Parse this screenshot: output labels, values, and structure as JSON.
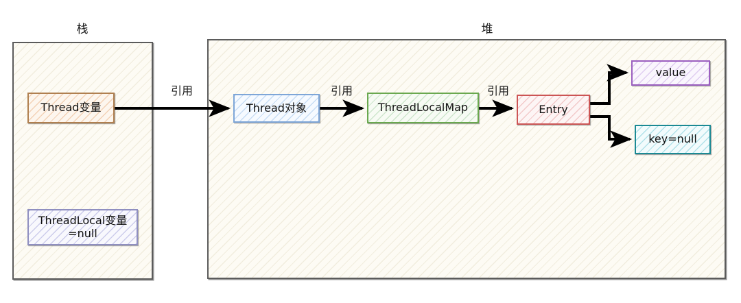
{
  "diagram": {
    "title_stack": "栈",
    "title_heap": "堆",
    "nodes": {
      "thread_var": "Thread变量",
      "threadlocal_var": "ThreadLocal变量\n=null",
      "thread_object": "Thread对象",
      "threadlocalmap": "ThreadLocalMap",
      "entry": "Entry",
      "value": "value",
      "key_null": "key=null"
    },
    "edge_labels": {
      "ref_1": "引用",
      "ref_2": "引用",
      "ref_3": "引用"
    },
    "colors": {
      "container_border": "#5b5b5b",
      "container_fill": "#fdfbf4",
      "arrow": "#000000",
      "thread_var": "#b08050",
      "threadlocal_var": "#8f8fc0",
      "thread_object": "#7ea6d8",
      "threadlocalmap": "#6aa84f",
      "entry": "#cc5555",
      "value": "#9b5fc0",
      "key_null": "#1b8a94"
    }
  }
}
